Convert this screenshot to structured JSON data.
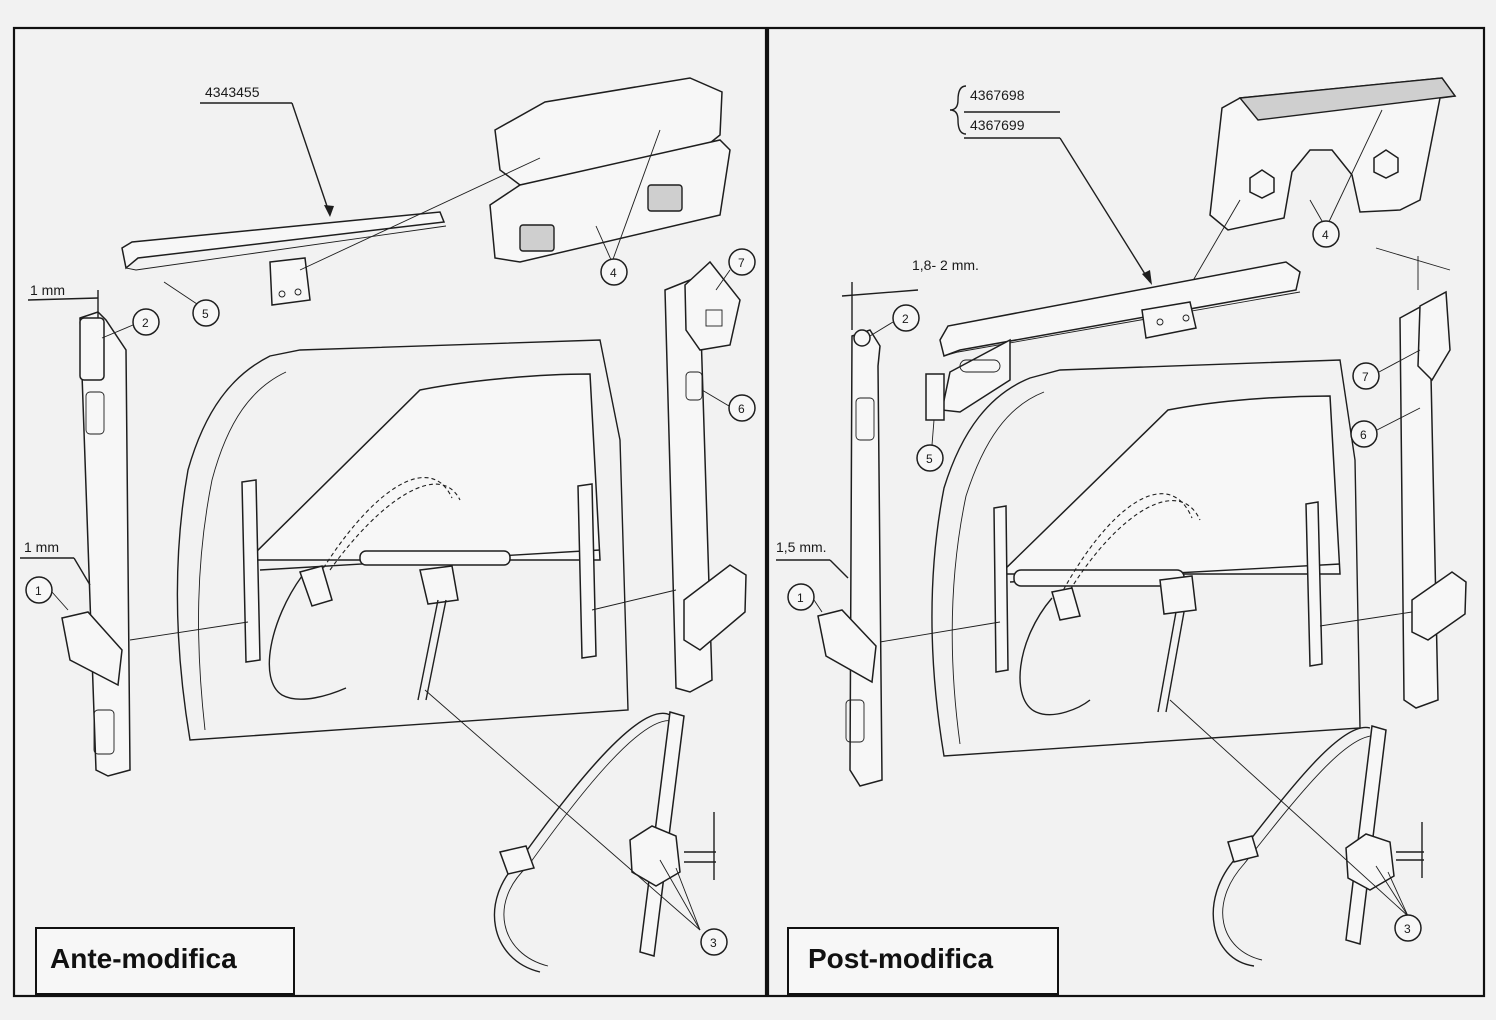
{
  "panels": [
    {
      "caption": "Ante-modifica",
      "part_number": "4343455",
      "gap_top": "1 mm",
      "gap_bottom": "1 mm",
      "callouts": [
        "1",
        "2",
        "3",
        "4",
        "5",
        "6",
        "7"
      ]
    },
    {
      "caption": "Post-modifica",
      "part_numbers": [
        "4367698",
        "4367699"
      ],
      "gap_top": "1,8- 2 mm.",
      "gap_bottom": "1,5 mm.",
      "callouts": [
        "1",
        "2",
        "3",
        "4",
        "5",
        "6",
        "7"
      ]
    }
  ]
}
